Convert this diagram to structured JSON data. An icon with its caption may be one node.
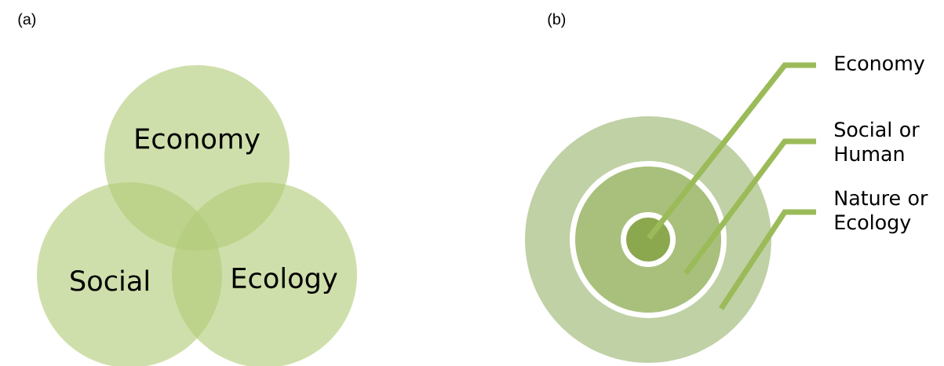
{
  "diagram": {
    "nodes": [
      {
        "text": [
          "Economy"
        ]
      },
      {
        "text": [
          "Social"
        ]
      },
      {
        "text": [
          "Ecology"
        ]
      },
      {
        "text": [],
        "shape": "circle"
      },
      {
        "text": [],
        "shape": "circle",
        "in": 3
      },
      {
        "text": [],
        "shape": "circle",
        "in": 4
      },
      {
        "text": [
          "Economy"
        ]
      },
      {
        "text": [
          "Social or Human"
        ]
      },
      {
        "text": [
          "Nature or Ecology"
        ]
      }
    ],
    "edges": [
      {
        "from": 6,
        "to": 5,
        "arrow": "none"
      },
      {
        "from": 7,
        "to": 4,
        "arrow": "none"
      },
      {
        "from": 8,
        "to": 3,
        "arrow": "none"
      }
    ],
    "labels": [
      "(a)",
      "(b)"
    ]
  }
}
